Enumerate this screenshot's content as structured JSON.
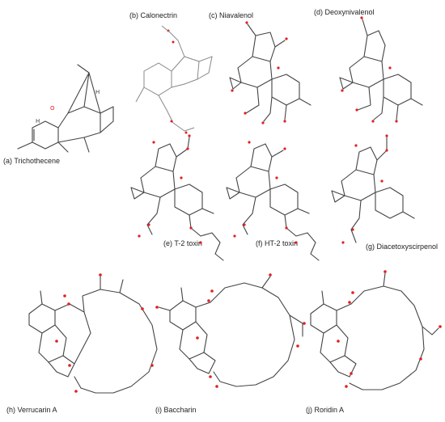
{
  "labels": {
    "a": "(a) Trichothecene",
    "b": "(b) Calonectrin",
    "c": "(c) Niavalenol",
    "d": "(d) Deoxynivalenol",
    "e": "(e) T-2 toxin",
    "f": "(f) HT-2 toxin",
    "g": "(g) Diacetoxyscirpenol",
    "h": "(h) Verrucarin A",
    "i": "(i) Baccharin",
    "j": "(j) Roridin A"
  },
  "atoms": {
    "O": "O",
    "H": "H"
  },
  "colors": {
    "oxygen": "#e02020",
    "carbon_bond": "#444444",
    "label": "#222222"
  }
}
